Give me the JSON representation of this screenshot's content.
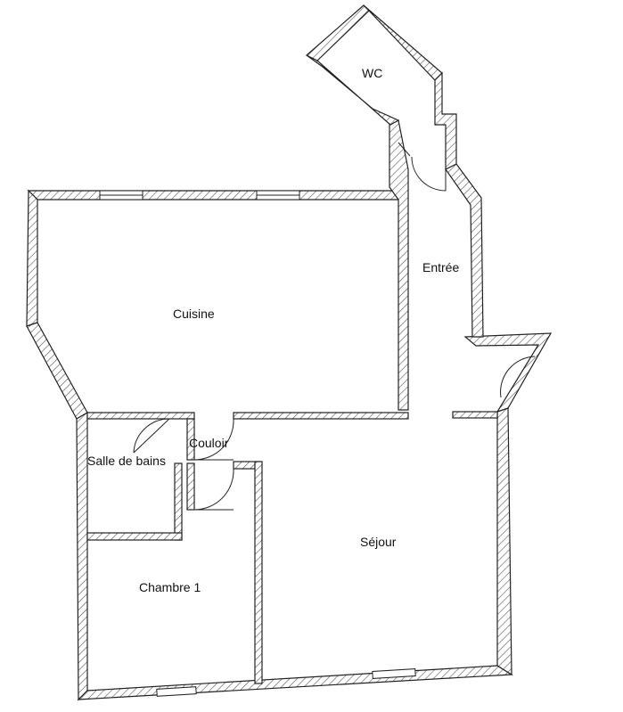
{
  "colors": {
    "background": "#ffffff",
    "wall_line": "#222222",
    "hatch": "#555555",
    "window_line": "#222222"
  },
  "rooms": {
    "wc": "WC",
    "entree": "Entrée",
    "cuisine": "Cuisine",
    "couloir": "Couloir",
    "salle_de_bains": "Salle de bains",
    "sejour": "Séjour",
    "chambre_1": "Chambre 1"
  }
}
